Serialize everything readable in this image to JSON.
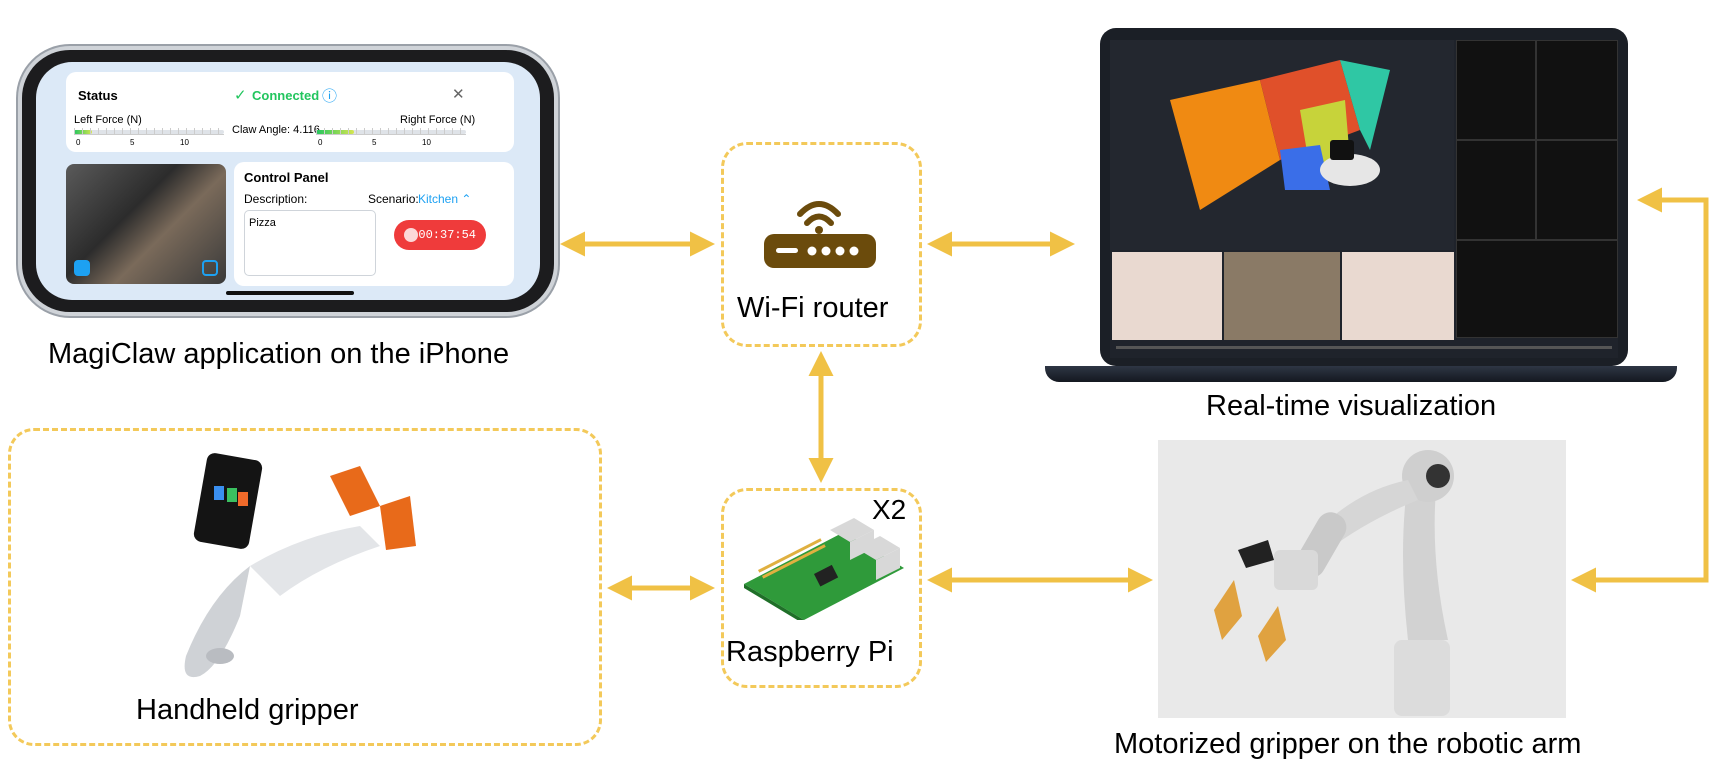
{
  "app": {
    "status_title": "Status",
    "connection": "Connected",
    "left_force_label": "Left Force (N)",
    "right_force_label": "Right Force (N)",
    "claw_angle": "Claw Angle: 4.116",
    "ticks": [
      "0",
      "5",
      "10"
    ],
    "control_panel_title": "Control Panel",
    "description_label": "Description:",
    "scenario_label": "Scenario:",
    "scenario_value": "Kitchen ⌃",
    "description_value": "Pizza",
    "timer": "00:37:54"
  },
  "captions": {
    "phone": "MagiClaw application on the iPhone",
    "router": "Wi-Fi router",
    "visualization": "Real-time visualization",
    "gripper": "Handheld gripper",
    "pi": "Raspberry Pi",
    "pi_count": "X2",
    "arm": "Motorized gripper on the robotic arm"
  },
  "colors": {
    "arrow": "#f0c145",
    "dash": "#f3c95a",
    "router": "#6b4b0c",
    "accent_green": "#22c55e",
    "record": "#ef3b3b"
  },
  "icons": [
    "wifi-router-icon",
    "raspberry-pi-board",
    "robotic-arm-photo",
    "handheld-gripper-photo",
    "iphone-device",
    "laptop-device"
  ]
}
